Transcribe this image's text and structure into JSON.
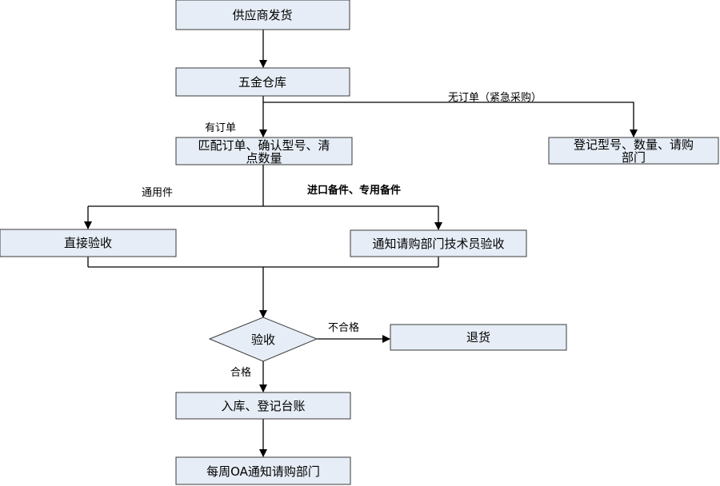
{
  "nodes": {
    "supplier_ship": "供应商发货",
    "hardware_warehouse": "五金仓库",
    "match_order_line1": "匹配订单、确认型号、清",
    "match_order_line2": "点数量",
    "register_line1": "登记型号、数量、请购",
    "register_line2": "部门",
    "direct_accept": "直接验收",
    "notify_tech": "通知请购部门技术员验收",
    "inspect": "验收",
    "return_goods": "退货",
    "stock_in": "入库、登记台账",
    "weekly_notify": "每周OA通知请购部门"
  },
  "edge_labels": {
    "has_order": "有订单",
    "no_order": "无订单（紧急采购）",
    "general_parts": "通用件",
    "imported_parts": "进口备件、专用备件",
    "unqualified": "不合格",
    "qualified": "合格"
  },
  "colors": {
    "box_fill": "#e6edf6",
    "box_stroke": "#3a3a3a",
    "line": "#000000"
  }
}
